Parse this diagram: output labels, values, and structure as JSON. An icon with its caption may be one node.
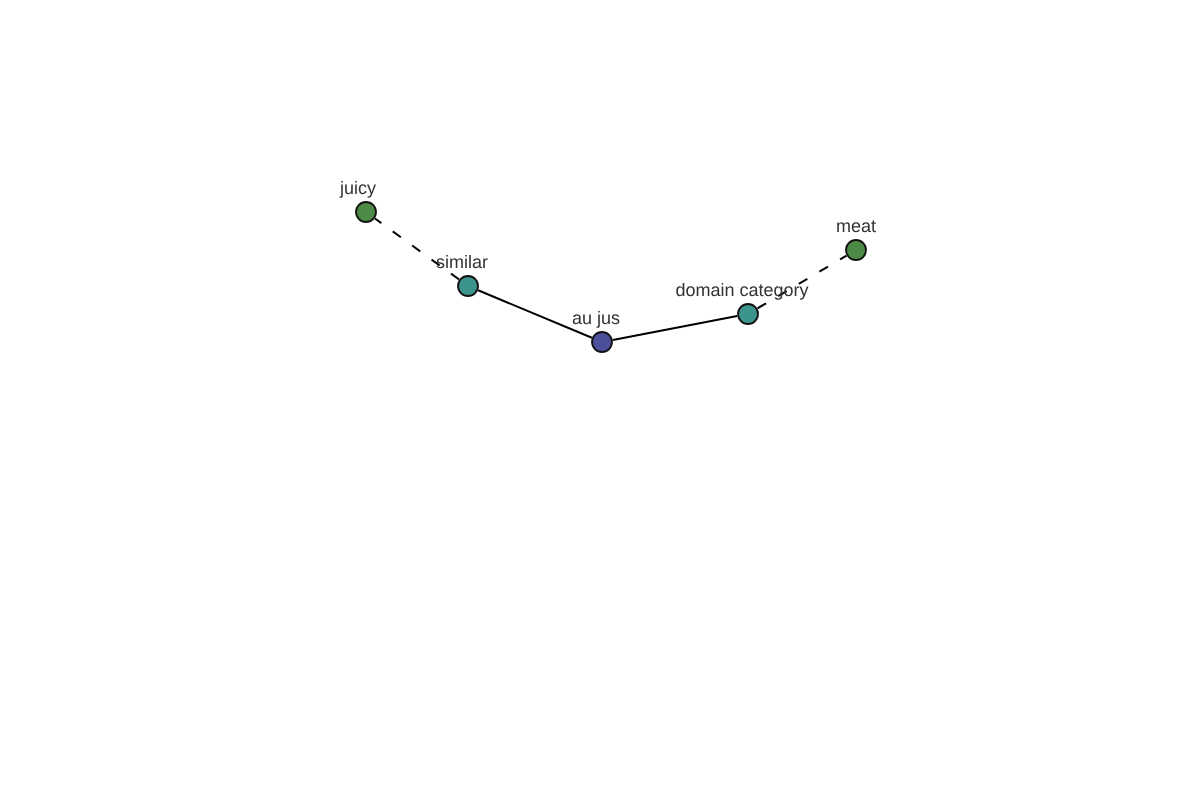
{
  "diagram": {
    "nodes": [
      {
        "text": [
          "juicy"
        ]
      },
      {
        "text": [
          "similar"
        ]
      },
      {
        "text": [
          "au jus"
        ]
      },
      {
        "text": [
          "domain category"
        ]
      },
      {
        "text": [
          "meat"
        ]
      }
    ],
    "edges": [
      {
        "from": 1,
        "to": 0,
        "arrow": "none",
        "style": "dashed"
      },
      {
        "from": 2,
        "to": 1,
        "arrow": "none"
      },
      {
        "from": 2,
        "to": 3,
        "arrow": "none"
      },
      {
        "from": 3,
        "to": 4,
        "arrow": "none",
        "style": "dashed"
      }
    ]
  }
}
